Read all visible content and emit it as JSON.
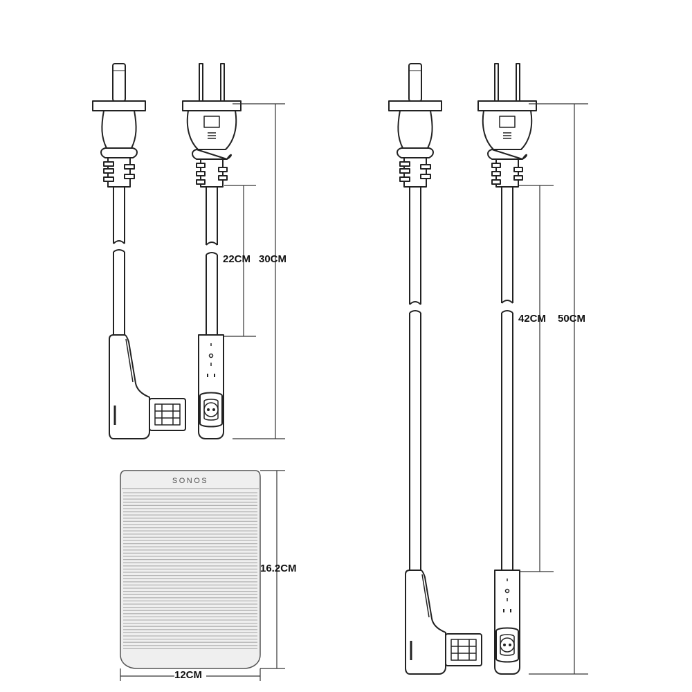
{
  "short_cable": {
    "inner_length": "22CM",
    "total_length": "30CM"
  },
  "long_cable": {
    "inner_length": "42CM",
    "total_length": "50CM"
  },
  "speaker": {
    "brand": "SONOS",
    "height": "16.2CM",
    "width": "12CM"
  },
  "colors": {
    "stroke": "#222222",
    "grille": "#b4b4b4",
    "speaker_bg": "#efefef"
  }
}
